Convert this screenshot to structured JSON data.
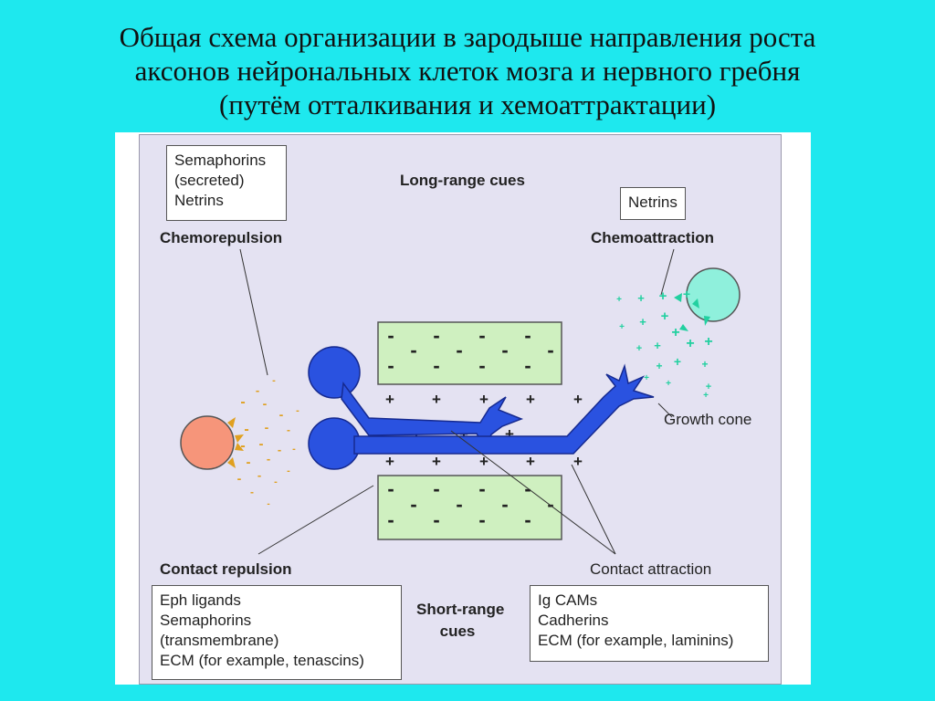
{
  "title": {
    "line1": "Общая схема организации в зародыше направления роста",
    "line2": "аксонов нейрональных клеток мозга и нервного гребня",
    "line3": "(путём отталкивания и хемоаттрактации)"
  },
  "diagram": {
    "long_range_label": "Long-range cues",
    "short_range_label_line1": "Short-range",
    "short_range_label_line2": "cues",
    "chemorepulsion_box": [
      "Semaphorins",
      "(secreted)",
      "Netrins"
    ],
    "chemorepulsion_label": "Chemorepulsion",
    "chemoattraction_box": [
      "Netrins"
    ],
    "chemoattraction_label": "Chemoattraction",
    "growth_cone_label": "Growth cone",
    "contact_repulsion_label": "Contact repulsion",
    "contact_repulsion_box": [
      "Eph ligands",
      "Semaphorins",
      "(transmembrane)",
      "ECM (for example, tenascins)"
    ],
    "contact_attraction_label": "Contact attraction",
    "contact_attraction_box": [
      "Ig CAMs",
      "Cadherins",
      "ECM (for example, laminins)"
    ],
    "minus_sign": "-",
    "plus_sign": "+"
  },
  "colors": {
    "background": "#1ee8ee",
    "panel": "#e4e2f2",
    "neuron": "#2a52e0",
    "repulsive_cell": "#f6957a",
    "attractive_cell": "#8ff0dc",
    "repulsion_cue": "#e0a020",
    "attraction_cue": "#22d0a0",
    "substrate_block": "#cff0c0"
  }
}
